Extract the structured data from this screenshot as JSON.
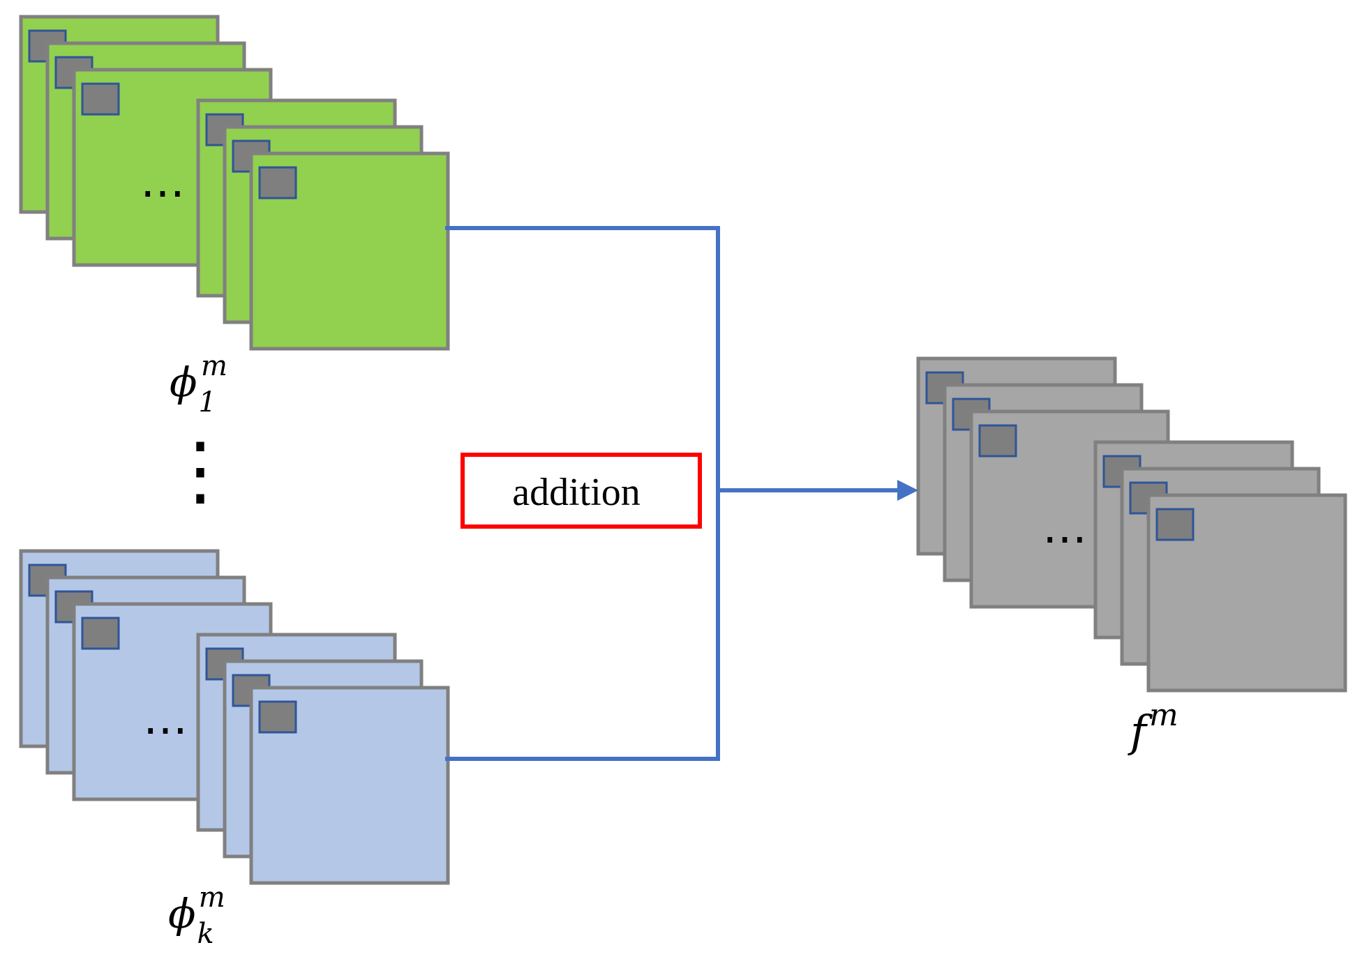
{
  "colors": {
    "green_fill": "#92d050",
    "blue_fill": "#b4c7e7",
    "gray_fill": "#a6a6a6",
    "frame_border": "#808080",
    "patch_fill": "#7f7f7f",
    "patch_border": "#2f5597",
    "connector": "#4472c4",
    "operator_border": "#ff0000"
  },
  "groups": [
    {
      "id": "phi1",
      "fill_key": "green_fill",
      "ellipsis": "…",
      "symbol": "ϕ",
      "sub": "1",
      "sup": "m"
    },
    {
      "id": "phik",
      "fill_key": "blue_fill",
      "ellipsis": "…",
      "symbol": "ϕ",
      "sub": "k",
      "sup": "m"
    },
    {
      "id": "f",
      "fill_key": "gray_fill",
      "ellipsis": "…",
      "symbol": "f",
      "sub": "",
      "sup": "m"
    }
  ],
  "vertical_ellipsis": "⋮",
  "operator": {
    "label": "addition"
  }
}
